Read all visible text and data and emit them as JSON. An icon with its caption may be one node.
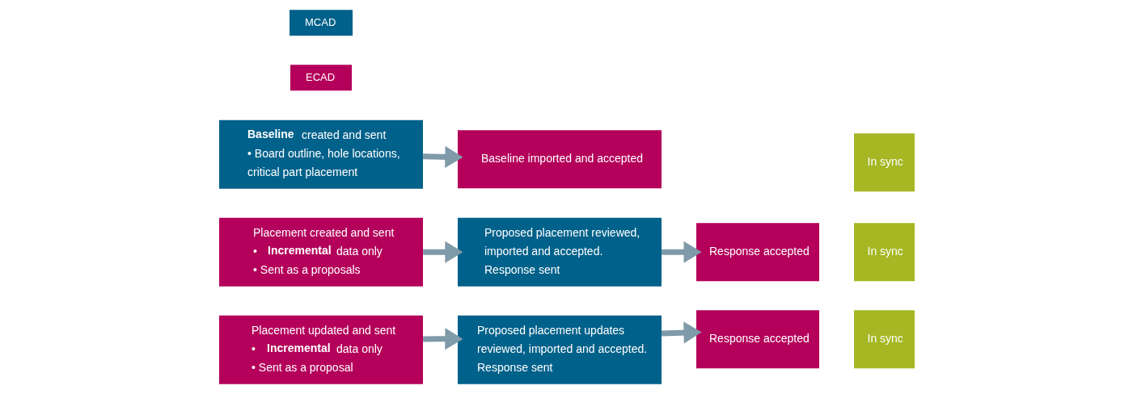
{
  "diagram": {
    "nodes": [
      {
        "text": [
          "**Baseline** created and sent",
          "• Board outline, hole locations, critical part placement"
        ]
      },
      {
        "text": [
          "Baseline imported and accepted"
        ]
      },
      {
        "text": [
          "In sync"
        ]
      },
      {
        "text": [
          "Placement created and sent",
          "• **Incremental** data only",
          "• Sent as a proposals"
        ]
      },
      {
        "text": [
          "Proposed placement reviewed, imported and accepted.",
          "Response sent"
        ]
      },
      {
        "text": [
          "Response accepted"
        ]
      },
      {
        "text": [
          "In sync"
        ]
      },
      {
        "text": [
          "Placement updated and sent",
          "• **Incremental** data only",
          "• Sent as a proposal"
        ]
      },
      {
        "text": [
          "Proposed placement updates reviewed, imported and accepted.",
          "Response sent"
        ]
      },
      {
        "text": [
          "Response accepted"
        ]
      },
      {
        "text": [
          "In sync"
        ]
      }
    ],
    "edges": [
      {
        "from": 0,
        "to": 1,
        "arrow": "to"
      },
      {
        "from": 3,
        "to": 4,
        "arrow": "to"
      },
      {
        "from": 4,
        "to": 5,
        "arrow": "to"
      },
      {
        "from": 7,
        "to": 8,
        "arrow": "to"
      },
      {
        "from": 8,
        "to": 9,
        "arrow": "to"
      }
    ],
    "legend": [
      {
        "text": "MCAD",
        "color": "#00618a"
      },
      {
        "text": "ECAD",
        "color": "#b4005a"
      }
    ]
  }
}
